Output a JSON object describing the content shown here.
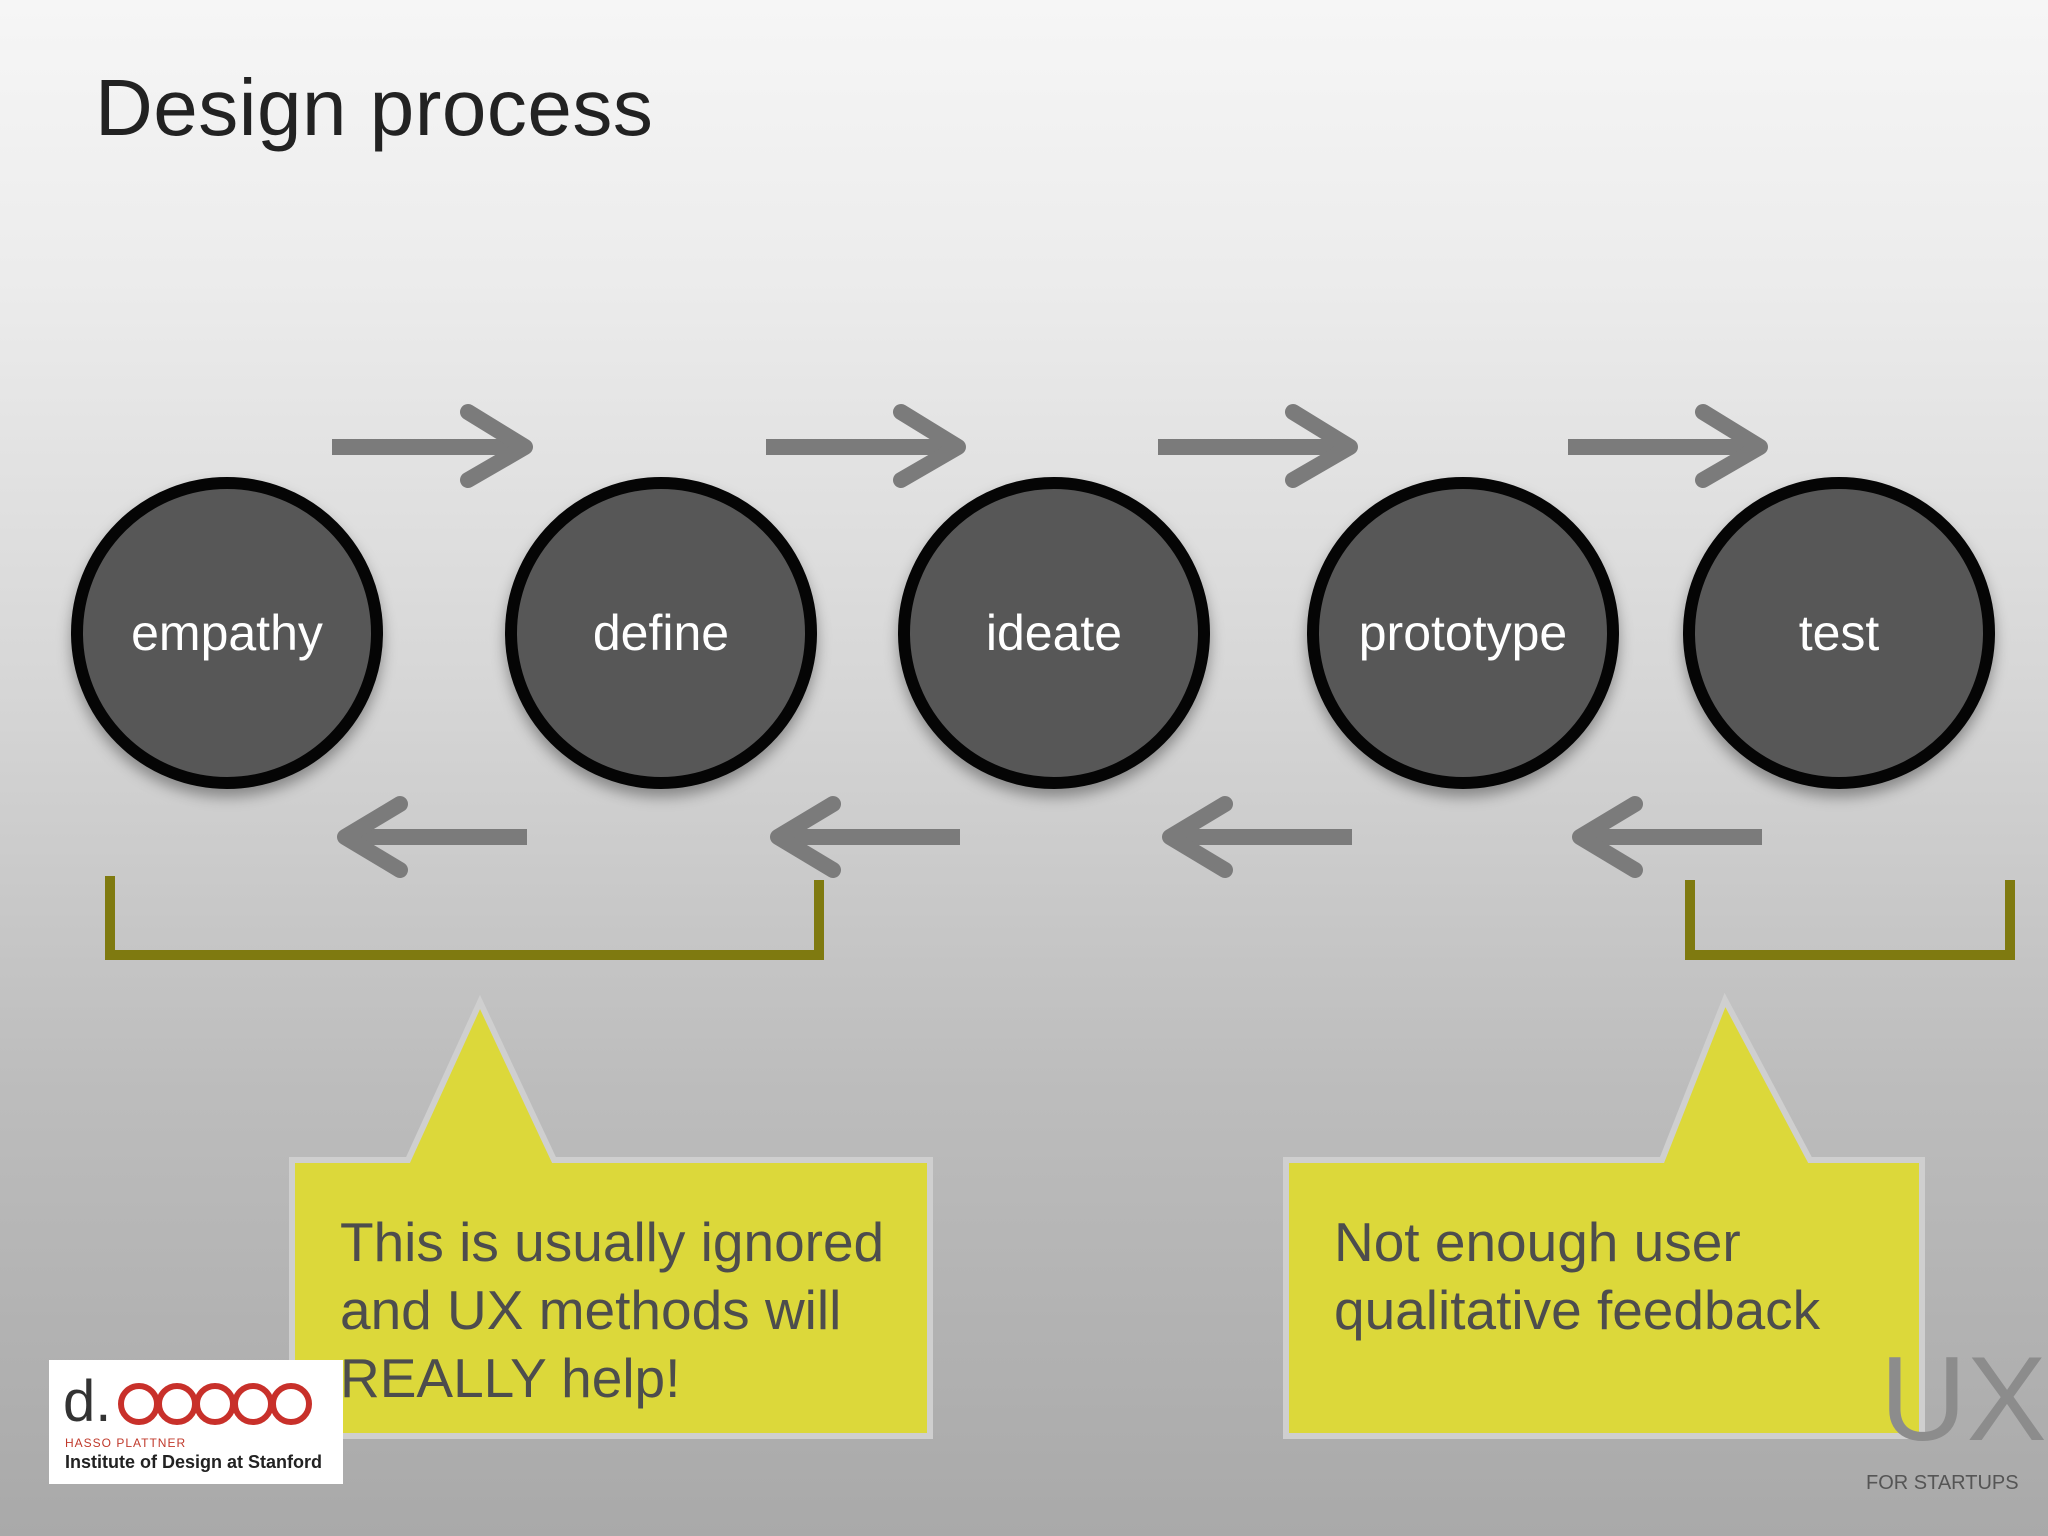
{
  "title": "Design process",
  "stages": [
    {
      "label": "empathy"
    },
    {
      "label": "define"
    },
    {
      "label": "ideate"
    },
    {
      "label": "prototype"
    },
    {
      "label": "test"
    }
  ],
  "callouts": [
    {
      "lines": [
        "This is usually ignored",
        "and UX methods will",
        "REALLY help!"
      ]
    },
    {
      "lines": [
        "Not enough user",
        "qualitative feedback"
      ]
    }
  ],
  "logo": {
    "mark": "d.",
    "line1": "HASSO PLATTNER",
    "line2": "Institute of Design at Stanford"
  },
  "brand": {
    "mark": "UX",
    "subtitle": "FOR STARTUPS"
  },
  "colors": {
    "circle_fill": "#575757",
    "circle_border": "#050505",
    "arrow": "#7b7b7b",
    "bracket": "#7f7a10",
    "callout_fill": "#dcd83a"
  }
}
